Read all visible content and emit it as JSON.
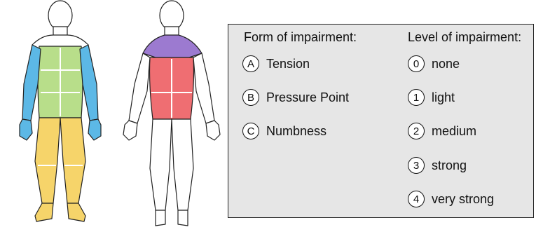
{
  "legend": {
    "form": {
      "title": "Form of impairment:",
      "items": [
        {
          "code": "A",
          "label": "Tension"
        },
        {
          "code": "B",
          "label": "Pressure Point"
        },
        {
          "code": "C",
          "label": "Numbness"
        }
      ]
    },
    "level": {
      "title": "Level of impairment:",
      "items": [
        {
          "code": "0",
          "label": "none"
        },
        {
          "code": "1",
          "label": "light"
        },
        {
          "code": "2",
          "label": "medium"
        },
        {
          "code": "3",
          "label": "strong"
        },
        {
          "code": "4",
          "label": "very strong"
        }
      ]
    }
  },
  "region_colors": {
    "head_neck": "#ffffff",
    "arms": "#5cb8e6",
    "torso_front": "#b8de8a",
    "legs": "#f6d46a",
    "shoulders_back": "#9c7ad0",
    "back": "#ef6e72",
    "outline": "#222222"
  }
}
